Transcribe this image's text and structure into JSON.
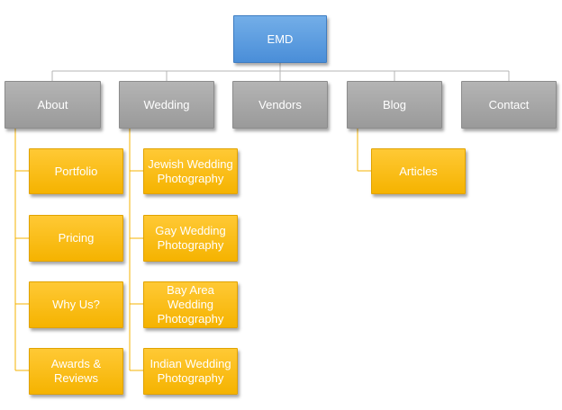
{
  "root": {
    "label": "EMD"
  },
  "categories": [
    {
      "label": "About"
    },
    {
      "label": "Wedding"
    },
    {
      "label": "Vendors"
    },
    {
      "label": "Blog"
    },
    {
      "label": "Contact"
    }
  ],
  "about_children": [
    {
      "label": "Portfolio"
    },
    {
      "label": "Pricing"
    },
    {
      "label": "Why Us?"
    },
    {
      "label": "Awards & Reviews"
    }
  ],
  "wedding_children": [
    {
      "label": "Jewish Wedding Photography"
    },
    {
      "label": "Gay Wedding Photography"
    },
    {
      "label": "Bay Area Wedding Photography"
    },
    {
      "label": "Indian Wedding Photography"
    }
  ],
  "blog_children": [
    {
      "label": "Articles"
    }
  ],
  "colors": {
    "root": "#4f91d9",
    "category": "#a6a6a6",
    "leaf": "#fbbd17",
    "root_connector": "#b4b4b4",
    "leaf_connector": "#f5b300"
  }
}
